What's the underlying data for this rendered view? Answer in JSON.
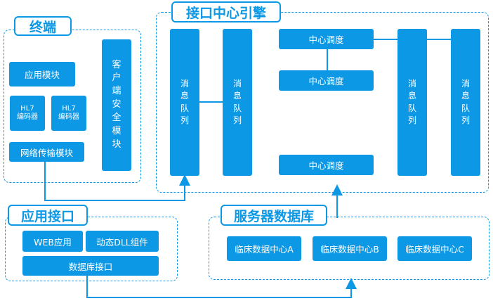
{
  "terminal": {
    "title": "终端",
    "app_module": "应用模块",
    "hl7_a_line1": "HL7",
    "hl7_a_line2": "编码器",
    "hl7_b_line1": "HL7",
    "hl7_b_line2": "编码器",
    "network_module": "网络传输模块",
    "client_security": [
      "客",
      "户",
      "端",
      "安",
      "全",
      "模",
      "块"
    ]
  },
  "engine": {
    "title": "接口中心引擎",
    "queue_label": [
      "消",
      "息",
      "队",
      "列"
    ],
    "scheduling_1": "中心调度",
    "scheduling_2": "中心调度",
    "scheduling_3": "中心调度"
  },
  "app_interface": {
    "title": "应用接口",
    "web_app": "WEB应用",
    "dll_component": "动态DLL组件",
    "db_interface": "数据库接口"
  },
  "server_db": {
    "title": "服务器数据库",
    "center_a": "临床数据中心A",
    "center_b": "临床数据中心B",
    "center_c": "临床数据中心C"
  },
  "colors": {
    "accent": "#0d98e6",
    "background": "#ffffff"
  }
}
